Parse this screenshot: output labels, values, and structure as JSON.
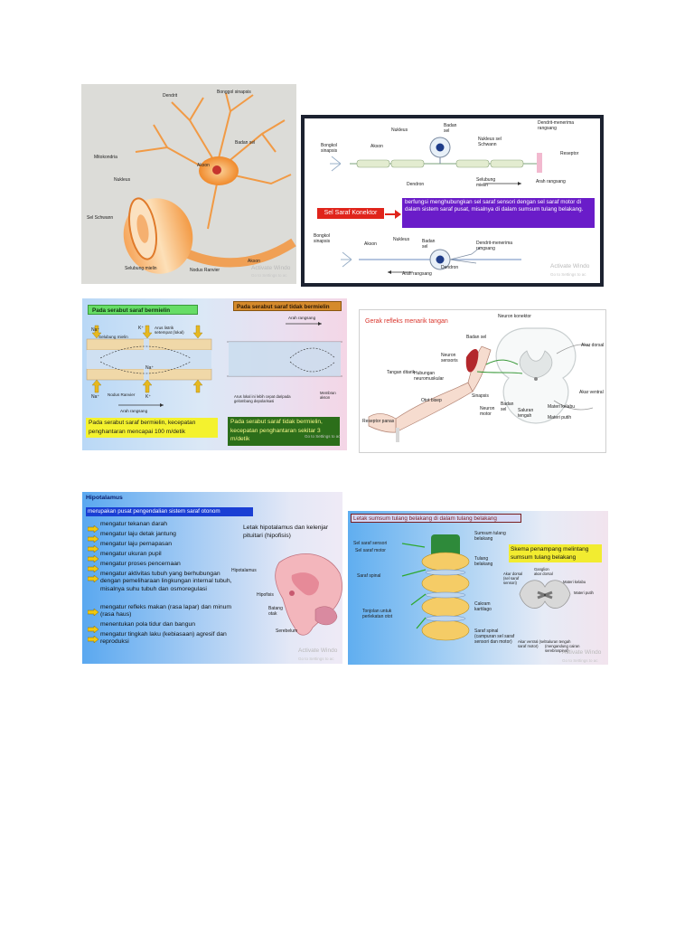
{
  "watermark": {
    "line1": "Activate Windo",
    "line1_short": "Activate Windo",
    "line2": "Go to Settings to ac"
  },
  "slide1": {
    "labels": {
      "dendrit": "Dendrit",
      "bonggol": "Bonggol sinapsis",
      "badan_sel": "Badan sel",
      "mitokondria": "Mitokondria",
      "akson": "Akson",
      "nukleus": "Nukleus",
      "sel_schwann": "Sel Schwann",
      "selubung": "Selubung mielin",
      "nodus": "Nodus Ranvier",
      "akson2": "Akson"
    }
  },
  "slide2": {
    "top_labels": {
      "nukleus": "Nukleus",
      "badan_sel": "Badan\nsel",
      "dendrit": "Dendrit-menerima\nrangsang",
      "bongkol": "Bongkol\nsinapsis",
      "akson": "Akson",
      "nukleus_schwann": "Nukleus sel\nSchwann",
      "reseptor": "Reseptor",
      "dendron": "Dendron",
      "selubung": "Selubung\nmielin",
      "arah": "Arah rangsang"
    },
    "konektor_title": "Sel Saraf Konektor",
    "konektor_desc": "berfungsi menghubungkan sel saraf sensori dengan sel saraf motor di dalam sistem saraf pusat, misalnya di dalam sumsum tulang belakang.",
    "bottom_labels": {
      "bongkol": "Bongkol\nsinapsis",
      "akson": "Akson",
      "nukleus": "Nukleus",
      "badan_sel": "Badan\nsel",
      "dendrit": "Dendrit-menerima\nrangsang",
      "dendron": "Dendron",
      "arah": "Arah rangsang"
    }
  },
  "slide3": {
    "header_left": "Pada serabut saraf bermielin",
    "header_right": "Pada serabut saraf tidak bermielin",
    "labels": {
      "na_top": "Na⁺",
      "k_top": "K⁺",
      "arus": "Arus listrik\nsetempat (lokal)",
      "selubung": "Selubung mielin",
      "na_mid": "Na⁺",
      "nodus": "Nodus Ranvier",
      "k_bottom": "K⁺",
      "na_bottom": "Na⁺",
      "arah_left": "Arah rangsang",
      "arah_right": "Arah rangsang",
      "arus_lokal": "Arus lokal ini lebih cepat daripada\ngelombang depolarisasi",
      "membran": "Membran\nakson"
    },
    "note_left": "Pada serabut saraf bermielin, kecepatan penghantaran mencapai 100 m/detik",
    "note_right": "Pada serabut saraf tidak bermielin, kecepatan penghantaran sekitar 3 m/detik"
  },
  "slide4": {
    "title": "Gerak refleks menarik tangan",
    "labels": {
      "neuron_konektor": "Neuron konektor",
      "badan_sel": "Badan sel",
      "akar_dorsal": "Akar dorsal",
      "neuron_sensoris": "Neuron\nsensoris",
      "tangan": "Tangan ditarik",
      "hubungan": "Hubungan\nneuromuskular",
      "otot": "Otot bisep",
      "sinapsis": "Sinapsis",
      "neuron_motor": "Neuron\nmotor",
      "badan_sel2": "Badan\nsel",
      "saluran": "Saluran\ntengah",
      "akar_ventral": "Akar ventral",
      "materi_kelabu": "Materi kelabu",
      "materi_putih": "Materi putih",
      "reseptor": "Reseptor panas"
    }
  },
  "slide5": {
    "title": "Hipotalamus",
    "subtitle": "merupakan pusat pengendalian sistem saraf otonom",
    "items": [
      "mengatur tekanan darah",
      "mengatur laju detak jantung",
      "mengatur laju pernapasan",
      "mengatur ukuran pupil",
      "mengatur proses pencernaan",
      "mengatur aktivitas tubuh yang berhubungan dengan pemeliharaan lingkungan internal tubuh, misalnya suhu tubuh dan osmoregulasi",
      "mengatur refleks makan (rasa lapar) dan minum (rasa haus)",
      "menentukan pola tidur dan bangun",
      "mengatur tingkah laku (kebiasaan) agresif dan reproduksi"
    ],
    "figure_title": "Letak hipotalamus dan kelenjar pituitari (hipofisis)",
    "labels": {
      "hipotalamus": "Hipotalamus",
      "hipofisis": "Hipofisis",
      "batang": "Batang\notak",
      "serebelum": "Serebelum"
    }
  },
  "slide6": {
    "title": "Letak sumsum tulang belakang di dalam tulang belakang",
    "labels": {
      "sensori": "Sel saraf sensori",
      "motor": "Sel saraf motor",
      "sumsum": "Sumsum tulang\nbelakang",
      "tulang": "Tulang\nbelakang",
      "saraf_spinal": "Saraf spinal",
      "tonjolan": "Tonjolan untuk\nperlekatan otot",
      "cakram": "Cakram\nkartilago",
      "saraf_spinal2": "Saraf spinal\n(campuran sel saraf\nsensori dan motor)"
    },
    "box_title": "Skema penampang melintang sumsum tulang belakang",
    "cross_labels": {
      "akar_dorsal": "Akar dorsal\n(sel saraf\nsensori)",
      "ganglion": "Ganglion\nakar dorsal",
      "materi_kelabu": "Materi kelabu",
      "materi_putih": "Materi putih",
      "akar_ventral": "Akar ventral (sel\nsaraf motor)",
      "saluran": "Saluran tengah\n(mengandung cairan\nserebrospinal)"
    }
  },
  "colors": {
    "purple_box": "#6a1cc9",
    "red_box": "#e0241b",
    "blue_bar": "#1a3fd4",
    "green_header": "#66dd66",
    "yellow_note": "#f4f22e",
    "green_note": "#2c6e1a"
  }
}
